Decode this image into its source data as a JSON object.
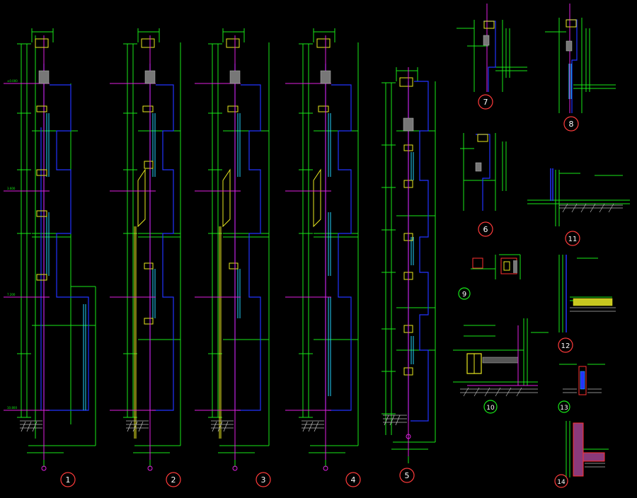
{
  "drawing": {
    "background": "#000000",
    "colors": {
      "green": "#18e818",
      "cyan": "#22d4ff",
      "blue": "#2233ff",
      "magenta": "#e020e0",
      "yellow": "#e8e820",
      "white": "#ffffff",
      "red": "#ff3030",
      "bubble": "#ff3b3b",
      "hatch": "#b8b8b8"
    },
    "elevations": [
      {
        "label": "1"
      },
      {
        "label": "2"
      },
      {
        "label": "3"
      },
      {
        "label": "4"
      },
      {
        "label": "5"
      }
    ],
    "details": [
      {
        "label": "6"
      },
      {
        "label": "7"
      },
      {
        "label": "8"
      },
      {
        "label": "9"
      },
      {
        "label": "10"
      },
      {
        "label": "11"
      },
      {
        "label": "12"
      },
      {
        "label": "13"
      },
      {
        "label": "14"
      }
    ]
  }
}
